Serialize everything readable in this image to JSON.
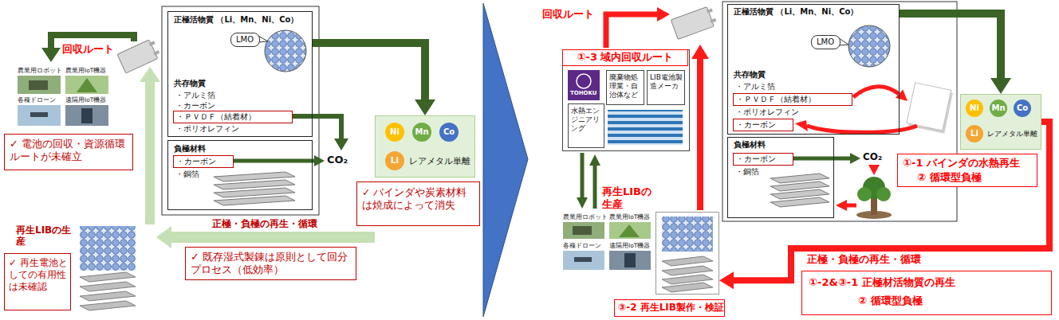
{
  "diagram": {
    "nodes": [
      {
        "text": [
          "正極活物質 （Li、Mn、Ni、Co）",
          "共存物質",
          "・アルミ箔",
          "・カーボン",
          "・ポリオレフィン"
        ]
      },
      {
        "text": [
          "LMO"
        ],
        "in": 0
      },
      {
        "text": [
          "・ＰＶＤＦ（結着材）"
        ],
        "in": 0
      },
      {
        "text": [
          "負極材料",
          "・銅箔"
        ]
      },
      {
        "text": [
          "・カーボン"
        ],
        "in": 3
      },
      {
        "text": [
          "レアメタル単離"
        ]
      },
      {
        "text": [
          "Ni"
        ],
        "in": 5
      },
      {
        "text": [
          "Mn"
        ],
        "in": 5
      },
      {
        "text": [
          "Co"
        ],
        "in": 5
      },
      {
        "text": [
          "Li"
        ],
        "in": 5
      },
      {
        "text": [
          "✓ 電池の回収・資源循環ルートが未確立"
        ]
      },
      {
        "text": [
          "✓ バインダや炭素材料は焼成によって消失"
        ]
      },
      {
        "text": [
          "✓ 既存湿式製錬は原則として回分プロセス（低効率）"
        ]
      },
      {
        "text": [
          "✓ 再生電池としての有用性は未確認"
        ]
      },
      {
        "text": [
          "①-3 域内回収ルート"
        ]
      },
      {
        "text": [
          "廃棄物処理業・自治体など"
        ],
        "in": 14
      },
      {
        "text": [
          "LIB電池製造メーカ"
        ],
        "in": 14
      },
      {
        "text": [
          "水熱エンジニアリング"
        ],
        "in": 14
      },
      {
        "text": [
          "再生LIBの生産"
        ]
      },
      {
        "text": [
          "③-2 再生LIB製作・検証"
        ]
      },
      {
        "text": [
          "正極活物質 （Li、Mn、Ni、Co）",
          "共存物質",
          "・アルミ箔",
          "・ポリオレフィン"
        ]
      },
      {
        "text": [
          "LMO"
        ],
        "in": 20
      },
      {
        "text": [
          "・ＰＶＤＦ（結着材）"
        ],
        "in": 20
      },
      {
        "text": [
          "・カーボン"
        ],
        "in": 20
      },
      {
        "text": [
          "負極材料",
          "・銅箔"
        ]
      },
      {
        "text": [
          "・カーボン"
        ],
        "in": 24
      },
      {
        "text": [
          "レアメタル単離"
        ]
      },
      {
        "text": [
          "Ni"
        ],
        "in": 26
      },
      {
        "text": [
          "Mn"
        ],
        "in": 26
      },
      {
        "text": [
          "Co"
        ],
        "in": 26
      },
      {
        "text": [
          "Li"
        ],
        "in": 26
      },
      {
        "text": [
          "①-1 バインダの水熱再生",
          "② 循環型負極"
        ]
      },
      {
        "text": [
          "①-2&③-1 正極材活物質の再生",
          "② 循環型負極"
        ]
      }
    ],
    "edges": [
      {
        "from": 0,
        "to": 5,
        "arrow": "to"
      },
      {
        "from": 20,
        "to": 26,
        "arrow": "to"
      },
      {
        "from": 26,
        "to": 18,
        "arrow": "to"
      }
    ],
    "labels": [
      "回収ルート",
      "農業用ロボット",
      "農業用IoT機器",
      "各種ドローン",
      "遠隔用IoT機器",
      "CO₂",
      "正極・負極の再生・循環",
      "再生LIBの生産",
      "回収ルート",
      "TOHOKU",
      "農業用ロボット",
      "農業用IoT機器",
      "各種ドローン",
      "遠隔用IoT機器",
      "CO₂",
      "正極・負極の再生・循環"
    ]
  }
}
